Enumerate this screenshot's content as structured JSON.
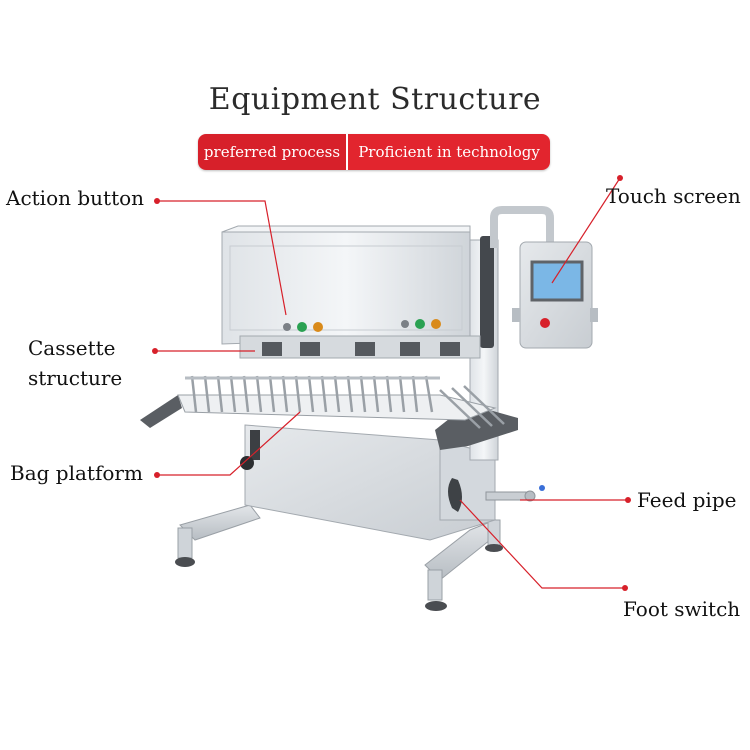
{
  "title": "Equipment Structure",
  "banner": {
    "left": "preferred process",
    "right": "Proficient in technology"
  },
  "labels": {
    "action_button": "Action button",
    "cassette_line1": "Cassette",
    "cassette_line2": "structure",
    "bag_platform": "Bag platform",
    "touch_screen": "Touch screen",
    "feed_pipe": "Feed pipe",
    "foot_switch": "Foot switch"
  },
  "colors": {
    "accent_red": "#d7202a",
    "steel_light": "#e9ecef",
    "steel_mid": "#c9ced3",
    "steel_dark": "#8f959b",
    "wing_dark": "#5a5e63"
  }
}
